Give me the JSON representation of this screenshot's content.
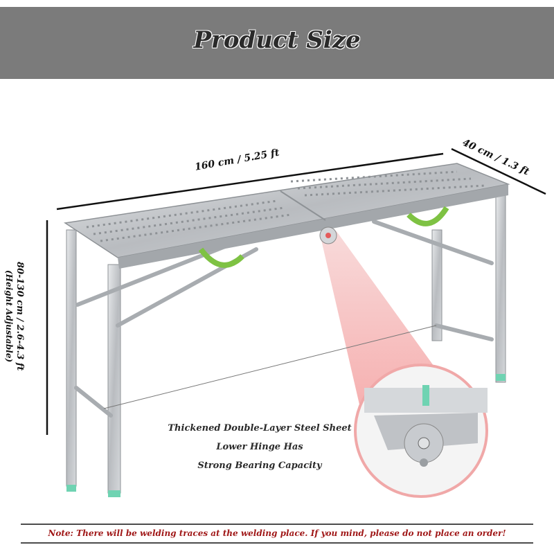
{
  "banner": {
    "title": "Product Size"
  },
  "dimensions": {
    "length": "160 cm / 5.25 ft",
    "depth": "40 cm / 1.3 ft",
    "height": "80-130 cm / 2.6-4.3 ft",
    "height_note": "(Height Adjustable)"
  },
  "callout": {
    "line1": "Thickened Double-Layer Steel Sheet",
    "line2": "Lower Hinge Has",
    "line3": "Strong Bearing Capacity"
  },
  "note": "Note: There will be welding traces at the welding place. If you mind, please do not place an order!",
  "colors": {
    "banner": "#7b7b7b",
    "frame": "#b9bcc0",
    "strap": "#7ec243",
    "foot": "#6fd3b2",
    "highlight": "#f5a3a3",
    "note": "#a01818"
  }
}
